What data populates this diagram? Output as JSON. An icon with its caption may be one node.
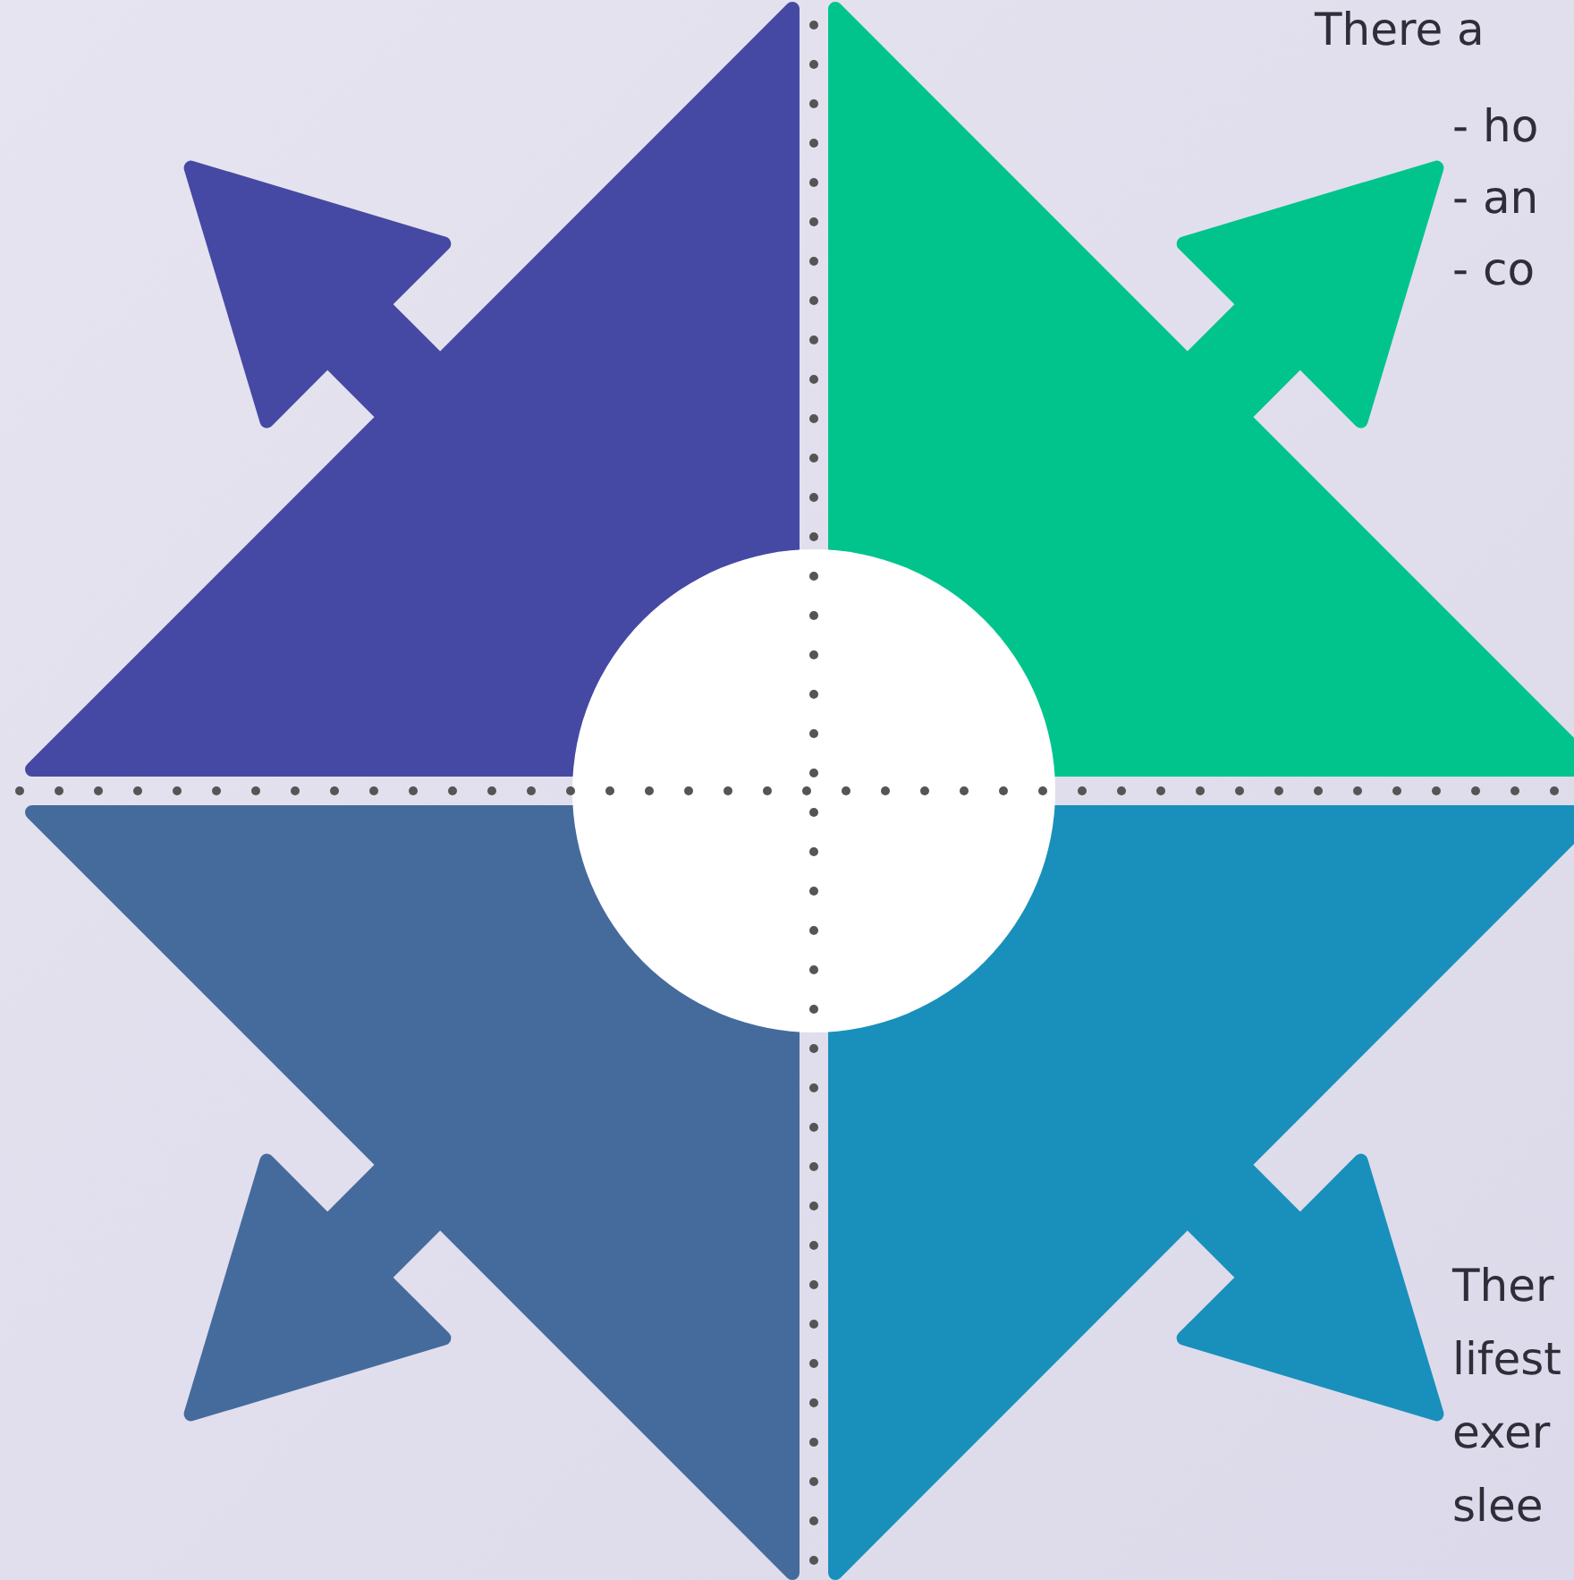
{
  "diagram": {
    "labels": [
      "There a",
      "- ho",
      "- an",
      "- co",
      "Ther",
      "lifest",
      "exer",
      "slee"
    ]
  }
}
